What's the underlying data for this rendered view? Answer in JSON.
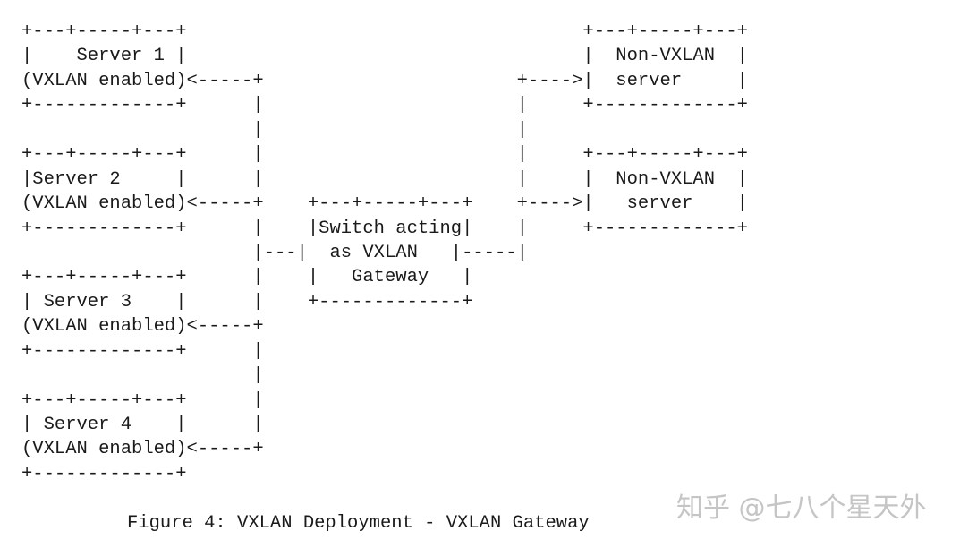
{
  "diagram": {
    "lines": [
      "+---+-----+---+                                    +---+-----+---+",
      "|    Server 1 |                                    |  Non-VXLAN  |",
      "(VXLAN enabled)<-----+                       +---->|  server     |",
      "+-------------+      |                       |     +-------------+",
      "                     |                       |",
      "+---+-----+---+      |                       |     +---+-----+---+",
      "|Server 2     |      |                       |     |  Non-VXLAN  |",
      "(VXLAN enabled)<-----+    +---+-----+---+    +---->|   server    |",
      "+-------------+      |    |Switch acting|    |     +-------------+",
      "                     |---|  as VXLAN   |-----|",
      "+---+-----+---+      |    |   Gateway   |",
      "| Server 3    |      |    +-------------+",
      "(VXLAN enabled)<-----+",
      "+-------------+      |",
      "                     |",
      "+---+-----+---+      |",
      "| Server 4    |      |",
      "(VXLAN enabled)<-----+",
      "+-------------+"
    ],
    "caption": "Figure 4: VXLAN Deployment - VXLAN Gateway",
    "watermark": "知乎 @七八个星天外"
  }
}
